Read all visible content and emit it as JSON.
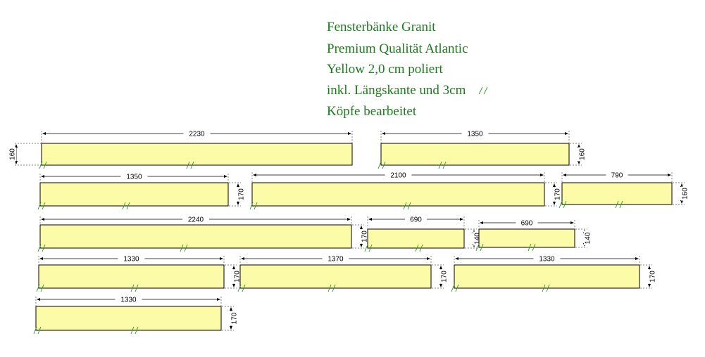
{
  "header": {
    "lines": [
      "Fensterbänke Granit",
      "Premium Qualität Atlantic",
      "Yellow 2,0 cm poliert",
      "inkl. Längskante und 3cm",
      "Köpfe bearbeitet"
    ]
  },
  "pieces": [
    {
      "length": "2230",
      "depth": "160"
    },
    {
      "length": "1350",
      "depth": "160"
    },
    {
      "length": "1350",
      "depth": "170"
    },
    {
      "length": "2100",
      "depth": "170"
    },
    {
      "length": "790",
      "depth": "160"
    },
    {
      "length": "2240",
      "depth": "170"
    },
    {
      "length": "690",
      "depth": "140"
    },
    {
      "length": "690",
      "depth": "140"
    },
    {
      "length": "1330",
      "depth": "170"
    },
    {
      "length": "1370",
      "depth": "170"
    },
    {
      "length": "1330",
      "depth": "170"
    },
    {
      "length": "1330",
      "depth": "170"
    }
  ],
  "colors": {
    "slab_fill": "#fcfca8",
    "title_text": "#1e7b1e",
    "edge_mark": "#3a9a3a"
  }
}
